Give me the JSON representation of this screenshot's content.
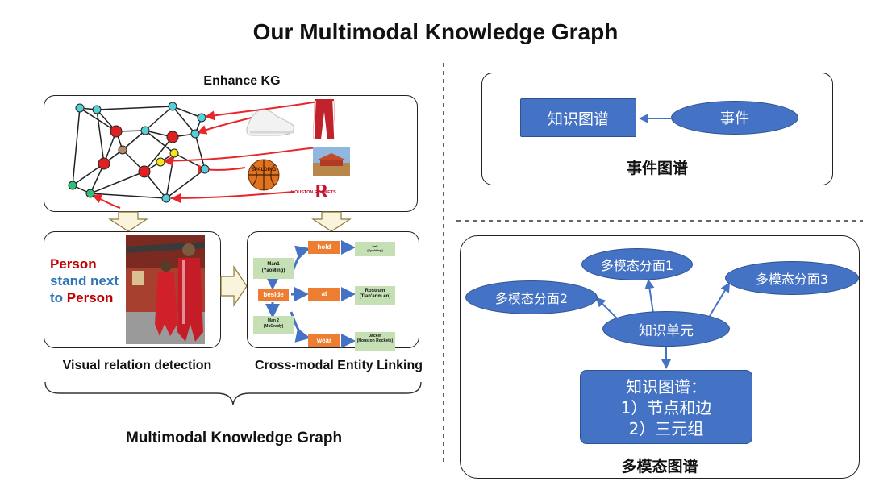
{
  "title": "Our Multimodal Knowledge Graph",
  "left": {
    "enhance_label": "Enhance KG",
    "caption_person": "Person",
    "caption_relation": "stand next",
    "caption_to": "to",
    "caption_person2": "Person",
    "visual_label": "Visual relation detection",
    "cross_label": "Cross-modal Entity Linking",
    "bottom_label": "Multimodal Knowledge Graph",
    "rockets_logo": "HOUSTON ROCKETS",
    "basketball_brand": "SPALDING",
    "linking": {
      "man1": "Man1",
      "man1_sub": "(YaoMing)",
      "man2": "Man 2",
      "man2_sub": "(McGrady)",
      "beside": "beside",
      "hold": "hold",
      "at": "at",
      "wear": "wear",
      "ball": "ball",
      "ball_sub": "(Spalding)",
      "rostrum": "Rostrum",
      "rostrum_sub": "(Tian'anm en)",
      "jacket": "Jacket",
      "jacket_sub": "(Houston Rockets)"
    }
  },
  "right": {
    "event": {
      "kg_label": "知识图谱",
      "event_label": "事件",
      "caption": "事件图谱"
    },
    "multimodal": {
      "facet1": "多模态分面1",
      "facet2": "多模态分面2",
      "facet3": "多模态分面3",
      "unit": "知识单元",
      "kg_line1": "知识图谱：",
      "kg_line2": "1）节点和边",
      "kg_line3": "2）三元组",
      "caption": "多模态图谱"
    }
  },
  "colors": {
    "blue_fill": "#4472c4",
    "blue_border": "#2f528f",
    "arrow_red": "#e8262a",
    "link_orange": "#ed7d31",
    "link_green": "#c5e0b4",
    "text_red": "#c00000",
    "text_blue": "#2e75b6"
  }
}
